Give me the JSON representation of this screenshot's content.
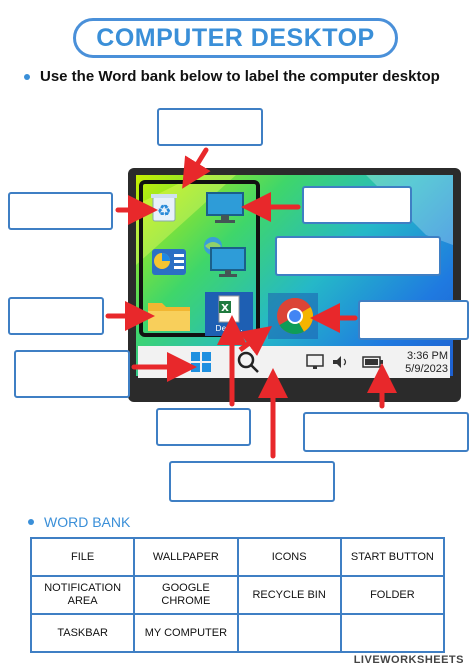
{
  "title": "COMPUTER DESKTOP",
  "instruction": "Use the Word bank below to label the computer desktop",
  "word_bank": {
    "heading": "WORD BANK",
    "rows": [
      [
        "FILE",
        "WALLPAPER",
        "ICONS",
        "START BUTTON"
      ],
      [
        "NOTIFICATION AREA",
        "GOOGLE CHROME",
        "RECYCLE BIN",
        "FOLDER"
      ],
      [
        "TASKBAR",
        "MY COMPUTER",
        "",
        ""
      ]
    ]
  },
  "desktop": {
    "file_icon_label": "Desc...",
    "clock_time": "3:36 PM",
    "clock_date": "5/9/2023",
    "icons": [
      "recycle-bin-icon",
      "computer-icon",
      "control-panel-icon",
      "network-icon",
      "folder-icon",
      "excel-file-icon",
      "chrome-icon",
      "windows-start-icon",
      "search-icon",
      "network-status-icon",
      "volume-icon",
      "battery-icon"
    ]
  },
  "colors": {
    "accent": "#3a8fd8",
    "arrow": "#e8282b",
    "box_border": "#3f7fc4"
  },
  "footer": "LIVEWORKSHEETS"
}
